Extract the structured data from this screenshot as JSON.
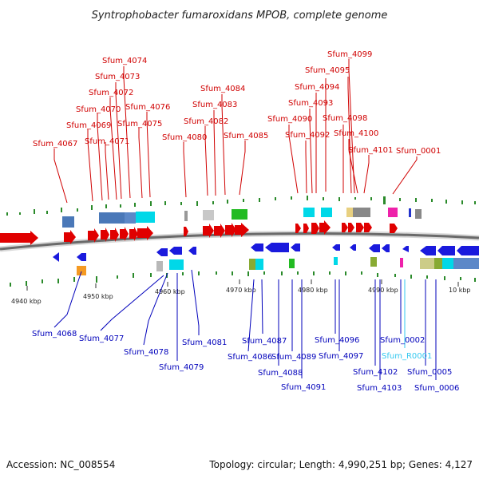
{
  "title": "Syntrophobacter fumaroxidans MPOB, complete genome",
  "footer": {
    "accession": "Accession: NC_008554",
    "summary": "Topology: circular; Length: 4,990,251 bp; Genes: 4,127"
  },
  "ticks": [
    "4940 kbp",
    "4950 kbp",
    "4960 kbp",
    "4970 kbp",
    "4980 kbp",
    "4990 kbp",
    "10 kbp"
  ],
  "labels_top": [
    "Sfum_4067",
    "Sfum_4069",
    "Sfum_4070",
    "Sfum_4071",
    "Sfum_4072",
    "Sfum_4073",
    "Sfum_4074",
    "Sfum_4075",
    "Sfum_4076",
    "Sfum_4080",
    "Sfum_4082",
    "Sfum_4083",
    "Sfum_4084",
    "Sfum_4085",
    "Sfum_4090",
    "Sfum_4092",
    "Sfum_4093",
    "Sfum_4094",
    "Sfum_4095",
    "Sfum_4099",
    "Sfum_4098",
    "Sfum_4100",
    "Sfum_4101",
    "Sfum_0001"
  ],
  "labels_bottom": [
    "Sfum_4068",
    "Sfum_4077",
    "Sfum_4078",
    "Sfum_4079",
    "Sfum_4081",
    "Sfum_4086",
    "Sfum_4087",
    "Sfum_4088",
    "Sfum_4089",
    "Sfum_4091",
    "Sfum_4096",
    "Sfum_4097",
    "Sfum_4102",
    "Sfum_4103",
    "Sfum_0002",
    "Sfum_R0001",
    "Sfum_0005",
    "Sfum_0006"
  ],
  "colors": {
    "forward": "#e00000",
    "reverse": "#1a1add",
    "rna": "#33c8f0",
    "backbone": "#666666"
  }
}
